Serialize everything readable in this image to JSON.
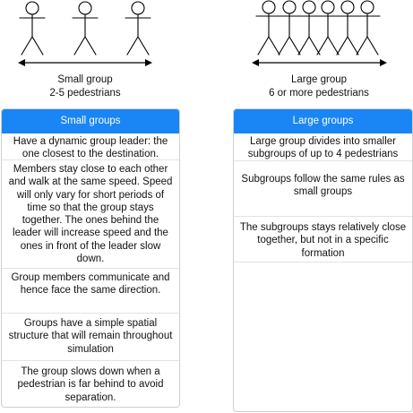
{
  "small": {
    "caption_line1": "Small group",
    "caption_line2": "2-5 pedestrians",
    "header": "Small groups",
    "items": [
      "Have a dynamic group leader: the one closest to the destination.",
      "Members stay close to each other and walk at the same speed. Speed will only vary for short periods of time so that the group stays together. The ones behind the leader will increase speed and the ones in front of the leader slow down.",
      "Group members communicate and hence face the same direction.",
      "Groups have a simple spatial structure that will remain throughout simulation",
      "The group slows down when a pedestrian is far behind to avoid separation."
    ]
  },
  "large": {
    "caption_line1": "Large group",
    "caption_line2": "6 or more pedestrians",
    "header": "Large groups",
    "items": [
      "Large group divides into smaller subgroups of up to 4 pedestrians",
      "Subgroups follow the same rules as small groups",
      "The subgroups stays relatively close together, but not in a specific formation"
    ]
  },
  "colors": {
    "header_bg": "#1a86f5",
    "header_text": "#ffffff",
    "border": "#cfcfcf"
  },
  "icons": {
    "pedestrian": "stick-figure-icon",
    "arrow": "double-headed-arrow-icon"
  }
}
